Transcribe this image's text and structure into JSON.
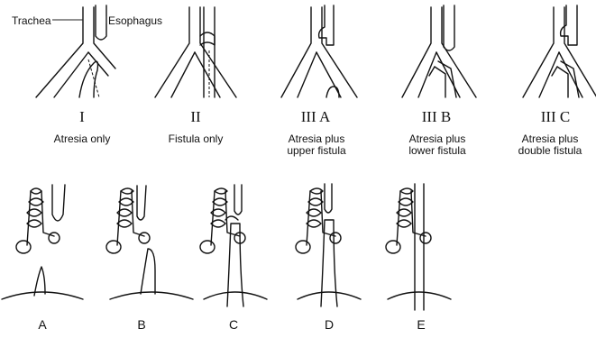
{
  "labels": {
    "trachea": "Trachea",
    "esophagus": "Esophagus"
  },
  "types": [
    {
      "numeral": "I",
      "caption_line1": "Atresia only",
      "caption_line2": ""
    },
    {
      "numeral": "II",
      "caption_line1": "Fistula only",
      "caption_line2": ""
    },
    {
      "numeral": "III A",
      "caption_line1": "Atresia plus",
      "caption_line2": "upper fistula"
    },
    {
      "numeral": "III B",
      "caption_line1": "Atresia plus",
      "caption_line2": "lower fistula"
    },
    {
      "numeral": "III C",
      "caption_line1": "Atresia plus",
      "caption_line2": "double fistula"
    }
  ],
  "bottom_panels": [
    "A",
    "B",
    "C",
    "D",
    "E"
  ]
}
